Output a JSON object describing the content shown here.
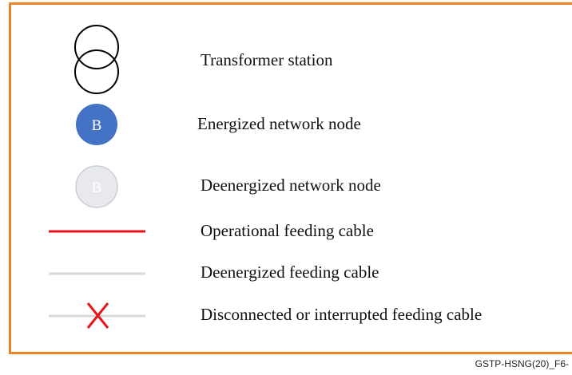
{
  "legend": {
    "items": [
      {
        "icon": "transformer-station-icon",
        "label": "Transformer station"
      },
      {
        "icon": "energized-node-icon",
        "label": "Energized network node",
        "symbol_letter": "B",
        "fill": "#4472c4"
      },
      {
        "icon": "deenergized-node-icon",
        "label": "Deenergized network node",
        "symbol_letter": "B",
        "fill": "#e8e9ed"
      },
      {
        "icon": "operational-cable-icon",
        "label": "Operational feeding cable",
        "color": "#e8141b"
      },
      {
        "icon": "deenergized-cable-icon",
        "label": "Deenergized feeding cable",
        "color": "#d9d9d9"
      },
      {
        "icon": "disconnected-cable-icon",
        "label": "Disconnected or interrupted feeding cable",
        "color": "#d9d9d9",
        "cross_color": "#e8141b"
      }
    ]
  },
  "colors": {
    "border": "#e8852c"
  },
  "footer": {
    "document_ref": "GSTP-HSNG(20)_F6-"
  }
}
